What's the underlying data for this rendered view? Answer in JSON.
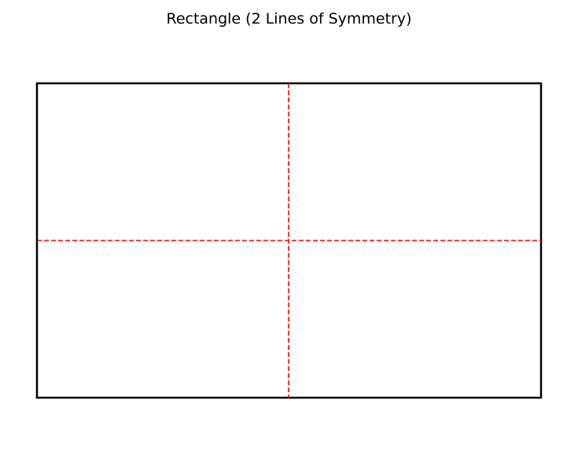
{
  "title": "Rectangle (2 Lines of Symmetry)",
  "shape": {
    "name": "rectangle",
    "outline_color": "#000000",
    "fill_color": "#ffffff"
  },
  "symmetry_lines": {
    "count": 2,
    "orientations": [
      "vertical",
      "horizontal"
    ],
    "color": "#ff0000",
    "style": "dashed"
  }
}
